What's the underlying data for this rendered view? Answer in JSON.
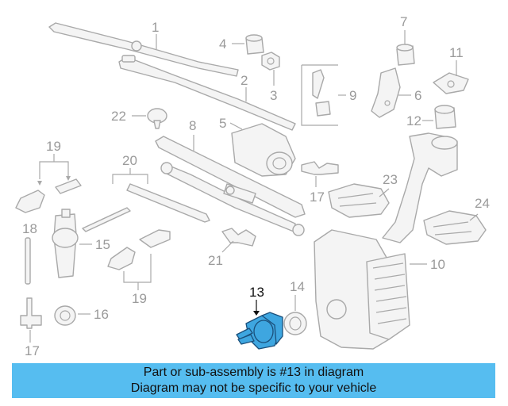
{
  "diagram": {
    "callouts": {
      "c1": "1",
      "c2": "2",
      "c3": "3",
      "c4": "4",
      "c5": "5",
      "c6": "6",
      "c7": "7",
      "c8": "8",
      "c9": "9",
      "c10": "10",
      "c11": "11",
      "c12": "12",
      "c13": "13",
      "c14": "14",
      "c15": "15",
      "c16": "16",
      "c17a": "17",
      "c17b": "17",
      "c18": "18",
      "c19a": "19",
      "c19b": "19",
      "c20": "20",
      "c21": "21",
      "c22": "22",
      "c23": "23",
      "c24": "24"
    },
    "highlight_color": "#3ea6e0",
    "banner_color": "#56bdf0"
  },
  "banner": {
    "line1": "Part or sub-assembly is #13 in diagram",
    "line2": "Diagram may not be specific to your vehicle"
  }
}
